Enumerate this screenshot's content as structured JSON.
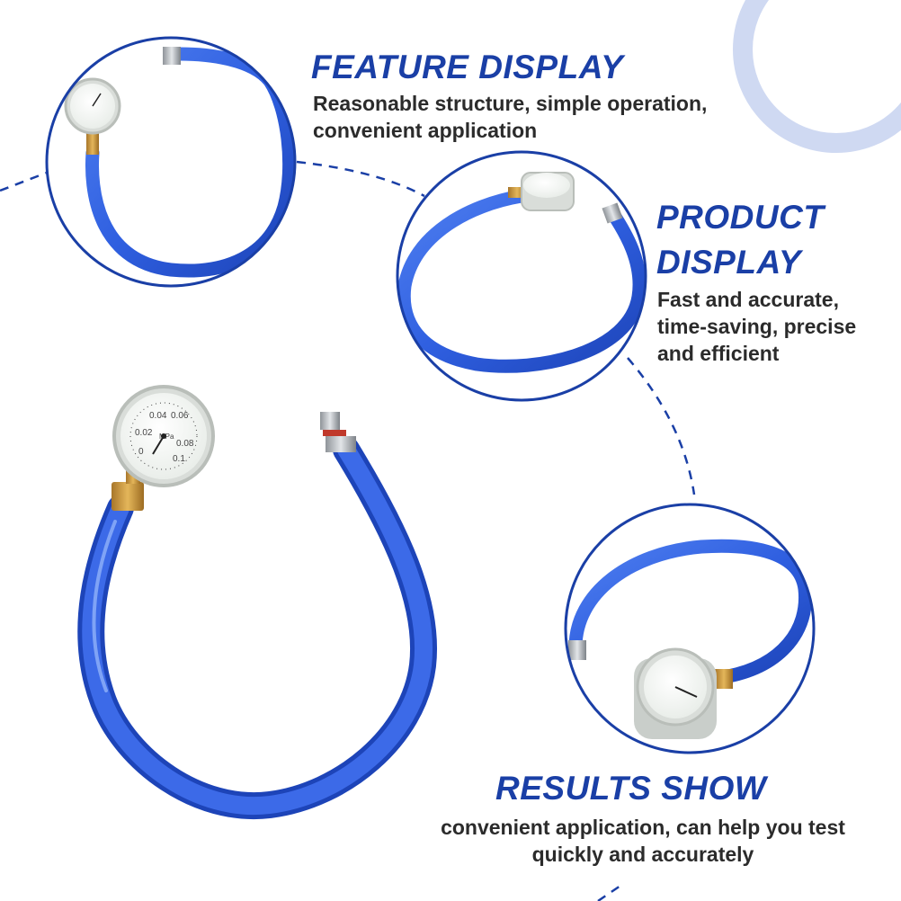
{
  "sections": [
    {
      "heading": [
        "FEATURE DISPLAY"
      ],
      "description": [
        "Reasonable structure, simple operation,",
        "convenient application"
      ]
    },
    {
      "heading": [
        "PRODUCT",
        "DISPLAY"
      ],
      "description": [
        "Fast and accurate,",
        "time-saving, precise",
        "and efficient"
      ]
    },
    {
      "heading": [
        "RESULTS SHOW"
      ],
      "description": [
        "convenient application, can help you test",
        "quickly and accurately"
      ]
    }
  ],
  "gauge": {
    "scale_labels": [
      "0.04",
      "0.06",
      "0.02",
      "0.08",
      "0",
      "0.1"
    ],
    "unit": "MPa"
  },
  "colors": {
    "heading": "#1a3fa6",
    "text": "#2b2b2b",
    "hose": "#2f5fe0",
    "circle_border": "#1a3fa6",
    "accent_ring": "#cfd9f2",
    "brass": "#c8963a"
  },
  "icons": [
    "pressure-gauge-icon",
    "blue-hose-icon",
    "brass-fitting-icon",
    "hex-nut-icon"
  ]
}
